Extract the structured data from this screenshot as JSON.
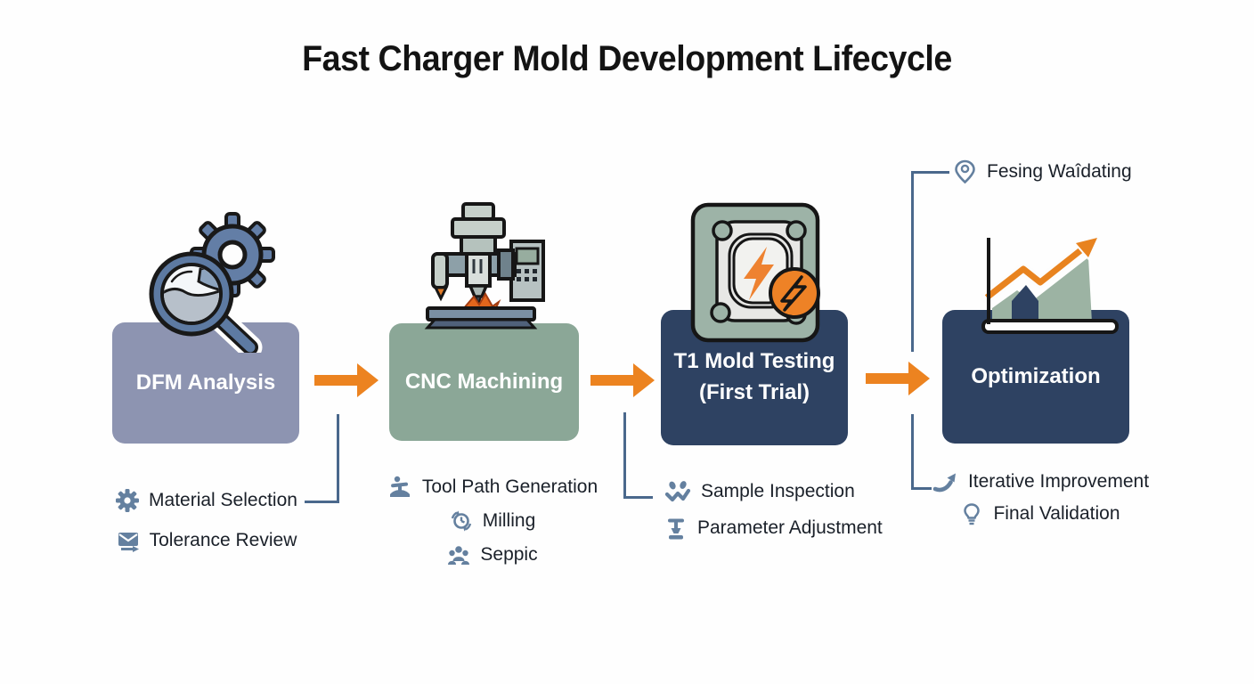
{
  "title": "Fast Charger Mold Development Lifecycle",
  "colors": {
    "arrow_orange": "#EC8320",
    "navy_box": "#2E4262",
    "sage_box": "#8BA797",
    "lavender_box": "#8D94B1",
    "icon_steel_blue": "#64809F",
    "connector_line": "#4A688C",
    "icon_sage": "#9DB3A7",
    "badge_orange": "#EE8226"
  },
  "stages": [
    {
      "label": "DFM Analysis",
      "icon": "magnifier-gear-icon",
      "sub": [
        {
          "icon": "gear-icon",
          "label": "Material Selection"
        },
        {
          "icon": "envelope-icon",
          "label": "Tolerance Review"
        }
      ]
    },
    {
      "label": "CNC Machining",
      "icon": "cnc-machine-icon",
      "sub": [
        {
          "icon": "press-icon",
          "label": "Tool Path Generation"
        },
        {
          "icon": "clock-icon",
          "label": "Milling"
        },
        {
          "icon": "people-icon",
          "label": "Seppic"
        }
      ]
    },
    {
      "label": "T1 Mold Testing",
      "label_line2": "(First Trial)",
      "icon": "mold-lightning-icon",
      "sub": [
        {
          "icon": "inspection-icon",
          "label": "Sample Inspection"
        },
        {
          "icon": "clamp-icon",
          "label": "Parameter Adjustment"
        }
      ]
    },
    {
      "label": "Optimization",
      "icon": "growth-chart-icon",
      "callout": {
        "icon": "location-pin-icon",
        "label": "Fesing Waîdating"
      },
      "sub": [
        {
          "icon": "swoosh-arrow-icon",
          "label": "Iterative Improvement"
        },
        {
          "icon": "lightbulb-icon",
          "label": "Final Validation"
        }
      ]
    }
  ]
}
